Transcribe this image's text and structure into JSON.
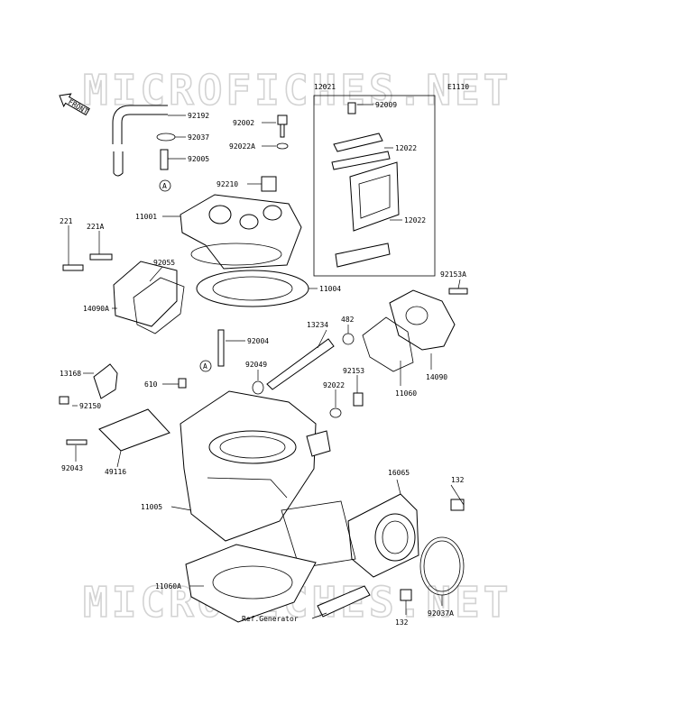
{
  "diagram": {
    "code": "E1110",
    "front_marker": "FRONT",
    "watermark": "MICROFICHES.NET",
    "callouts": [
      {
        "id": "c-92192",
        "text": "92192"
      },
      {
        "id": "c-92037",
        "text": "92037"
      },
      {
        "id": "c-92005",
        "text": "92005"
      },
      {
        "id": "c-A-top",
        "text": "A"
      },
      {
        "id": "c-92002",
        "text": "92002"
      },
      {
        "id": "c-92022A",
        "text": "92022A"
      },
      {
        "id": "c-92210",
        "text": "92210"
      },
      {
        "id": "c-11001",
        "text": "11001"
      },
      {
        "id": "c-12021",
        "text": "12021"
      },
      {
        "id": "c-92009",
        "text": "92009"
      },
      {
        "id": "c-12022a",
        "text": "12022"
      },
      {
        "id": "c-12022b",
        "text": "12022"
      },
      {
        "id": "c-221A",
        "text": "221A"
      },
      {
        "id": "c-221",
        "text": "221"
      },
      {
        "id": "c-92055",
        "text": "92055"
      },
      {
        "id": "c-14090A",
        "text": "14090A"
      },
      {
        "id": "c-11004",
        "text": "11004"
      },
      {
        "id": "c-92153A",
        "text": "92153A"
      },
      {
        "id": "c-13234",
        "text": "13234"
      },
      {
        "id": "c-482",
        "text": "482"
      },
      {
        "id": "c-92004",
        "text": "92004"
      },
      {
        "id": "c-92049",
        "text": "92049"
      },
      {
        "id": "c-92153",
        "text": "92153"
      },
      {
        "id": "c-14090",
        "text": "14090"
      },
      {
        "id": "c-11060",
        "text": "11060"
      },
      {
        "id": "c-13168",
        "text": "13168"
      },
      {
        "id": "c-A-mid",
        "text": "A"
      },
      {
        "id": "c-610",
        "text": "610"
      },
      {
        "id": "c-92022",
        "text": "92022"
      },
      {
        "id": "c-92150",
        "text": "92150"
      },
      {
        "id": "c-92043",
        "text": "92043"
      },
      {
        "id": "c-49116",
        "text": "49116"
      },
      {
        "id": "c-16065",
        "text": "16065"
      },
      {
        "id": "c-132a",
        "text": "132"
      },
      {
        "id": "c-11005",
        "text": "11005"
      },
      {
        "id": "c-11060A",
        "text": "11060A"
      },
      {
        "id": "c-refgen",
        "text": "Ref.Generator"
      },
      {
        "id": "c-132b",
        "text": "132"
      },
      {
        "id": "c-92037A",
        "text": "92037A"
      }
    ]
  }
}
